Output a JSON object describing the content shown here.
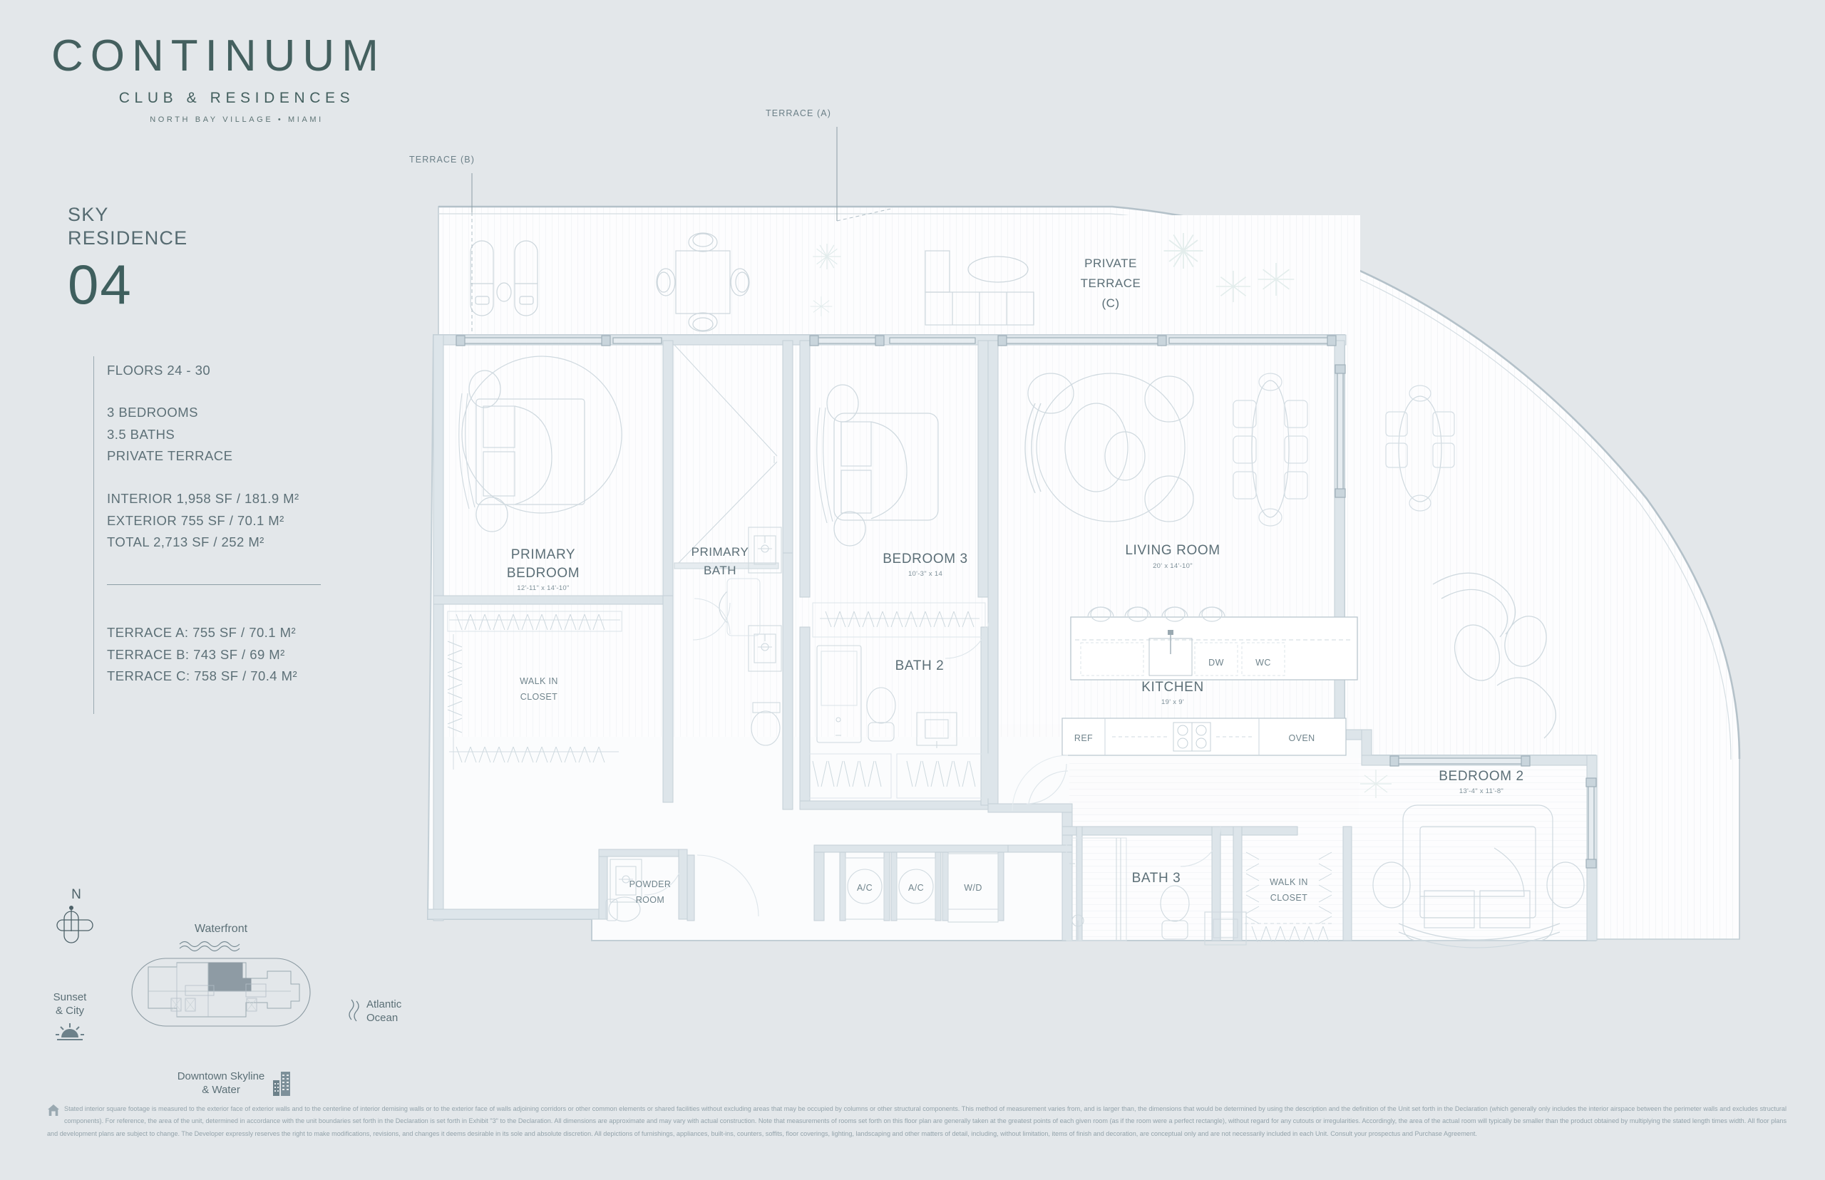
{
  "brand": {
    "name": "CONTINUUM",
    "tagline": "CLUB & RESIDENCES",
    "location": "NORTH BAY VILLAGE • MIAMI"
  },
  "residence": {
    "kicker_line1": "SKY",
    "kicker_line2": "RESIDENCE",
    "number": "04"
  },
  "specs": {
    "floors": "FLOORS 24 - 30",
    "bedrooms": "3 BEDROOMS",
    "baths": "3.5 BATHS",
    "terrace": "PRIVATE TERRACE",
    "interior": "INTERIOR 1,958 SF / 181.9 M²",
    "exterior": "EXTERIOR 755 SF / 70.1 M²",
    "total": "TOTAL  2,713 SF /  252 M²",
    "terrace_a": "TERRACE A: 755 SF / 70.1 M²",
    "terrace_b": "TERRACE B: 743 SF / 69 M²",
    "terrace_c": "TERRACE C: 758 SF / 70.4 M²"
  },
  "orientation": {
    "north": "N",
    "waterfront": "Waterfront",
    "sunset_city": "Sunset\n& City",
    "sunset_city_l1": "Sunset",
    "sunset_city_l2": "& City",
    "atlantic_l1": "Atlantic",
    "atlantic_l2": "Ocean",
    "downtown_l1": "Downtown Skyline",
    "downtown_l2": "& Water"
  },
  "callouts": {
    "terrace_a": "TERRACE (A)",
    "terrace_b": "TERRACE (B)"
  },
  "rooms": [
    {
      "name": "PRIVATE\nTERRACE\n(C)",
      "l1": "PRIVATE",
      "l2": "TERRACE",
      "l3": "(C)",
      "dim": ""
    },
    {
      "name": "PRIMARY BEDROOM",
      "l1": "PRIMARY",
      "l2": "BEDROOM",
      "dim": "12'-11\" x 14'-10\""
    },
    {
      "name": "PRIMARY BATH",
      "l1": "PRIMARY",
      "l2": "BATH",
      "dim": ""
    },
    {
      "name": "WALK IN CLOSET",
      "l1": "WALK IN",
      "l2": "CLOSET",
      "dim": ""
    },
    {
      "name": "BEDROOM 3",
      "l1": "BEDROOM 3",
      "dim": "10'-3\" x 14"
    },
    {
      "name": "BATH 2",
      "l1": "BATH 2",
      "dim": ""
    },
    {
      "name": "LIVING ROOM",
      "l1": "LIVING ROOM",
      "dim": "20' x 14'-10\""
    },
    {
      "name": "KITCHEN",
      "l1": "KITCHEN",
      "dim": "19' x 9'"
    },
    {
      "name": "BEDROOM 2",
      "l1": "BEDROOM 2",
      "dim": "13'-4\" x 11'-8\""
    },
    {
      "name": "BATH 3",
      "l1": "BATH 3",
      "dim": ""
    },
    {
      "name": "WALK IN CLOSET 2",
      "l1": "WALK IN",
      "l2": "CLOSET",
      "dim": ""
    },
    {
      "name": "POWDER ROOM",
      "l1": "POWDER",
      "l2": "ROOM",
      "dim": ""
    }
  ],
  "appliances": {
    "dw": "DW",
    "wc": "WC",
    "ref": "REF",
    "oven": "OVEN",
    "ac1": "A/C",
    "ac2": "A/C",
    "wd": "W/D"
  },
  "colors": {
    "background": "#e3e7ea",
    "brand": "#44605f",
    "text": "#5c6f77",
    "wall": "#c9d5dc",
    "floor": "#ffffff",
    "line": "#b9c6ce"
  },
  "disclaimer": "Stated interior square footage is measured to the exterior face of exterior walls and to the centerline of interior demising walls or to the exterior face of walls adjoining corridors or other common elements or shared facilities without excluding areas that may be occupied by columns or other structural components. This method of measurement varies from, and is larger than, the dimensions that would be determined by using the description and the definition of the Unit set forth in the Declaration (which generally only includes the interior airspace between the perimeter walls and excludes structural components). For reference, the area of the unit, determined in accordance with the unit boundaries set forth in the Declaration is set forth in Exhibit \"3\" to the Declaration. All dimensions are approximate and may vary with actual construction. Note that measurements of rooms set forth on this floor plan are generally taken at the greatest points of each given room (as if the room were a perfect rectangle), without regard for any cutouts or irregularities. Accordingly, the area of the actual room will typically be smaller than the product obtained by multiplying the stated length times width. All floor plans and development plans are subject to change. The Developer expressly reserves the right to make modifications, revisions, and changes it deems desirable in its sole and absolute discretion. All depictions of furnishings, appliances, built-ins, counters, soffits, floor coverings, lighting, landscaping and other matters of detail, including, without limitation, items of finish and decoration, are conceptual only and are not necessarily included in each Unit. Consult your prospectus and Purchase Agreement."
}
